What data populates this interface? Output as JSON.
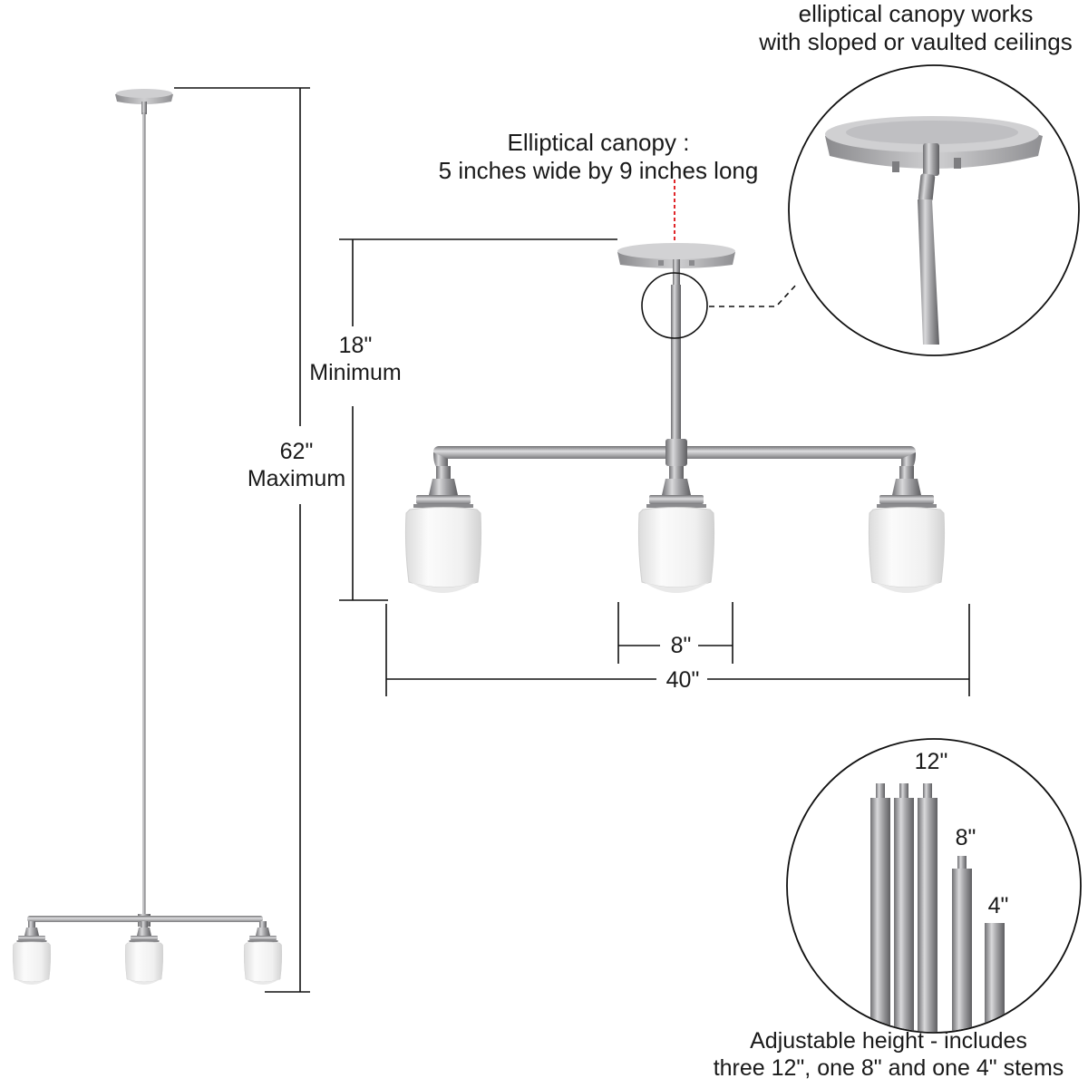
{
  "callout_top": {
    "line1": "elliptical canopy  works",
    "line2": "with sloped or vaulted ceilings"
  },
  "canopy_spec": {
    "line1": "Elliptical canopy  :",
    "line2": "5 inches wide by 9 inches long"
  },
  "height_min": {
    "value": "18\"",
    "label": "Minimum"
  },
  "height_max": {
    "value": "62\"",
    "label": "Maximum"
  },
  "shade_width": "8\"",
  "overall_width": "40\"",
  "stems": {
    "label_12": "12\"",
    "label_8": "8\"",
    "label_4": "4\"",
    "caption_line1": "Adjustable height - includes",
    "caption_line2": "three 12\", one 8\" and one 4\" stems"
  },
  "colors": {
    "nickel": "#a9a9ab",
    "glass": "#f1f1f1",
    "line": "#111111",
    "canopy_marker": "#e0262a"
  }
}
